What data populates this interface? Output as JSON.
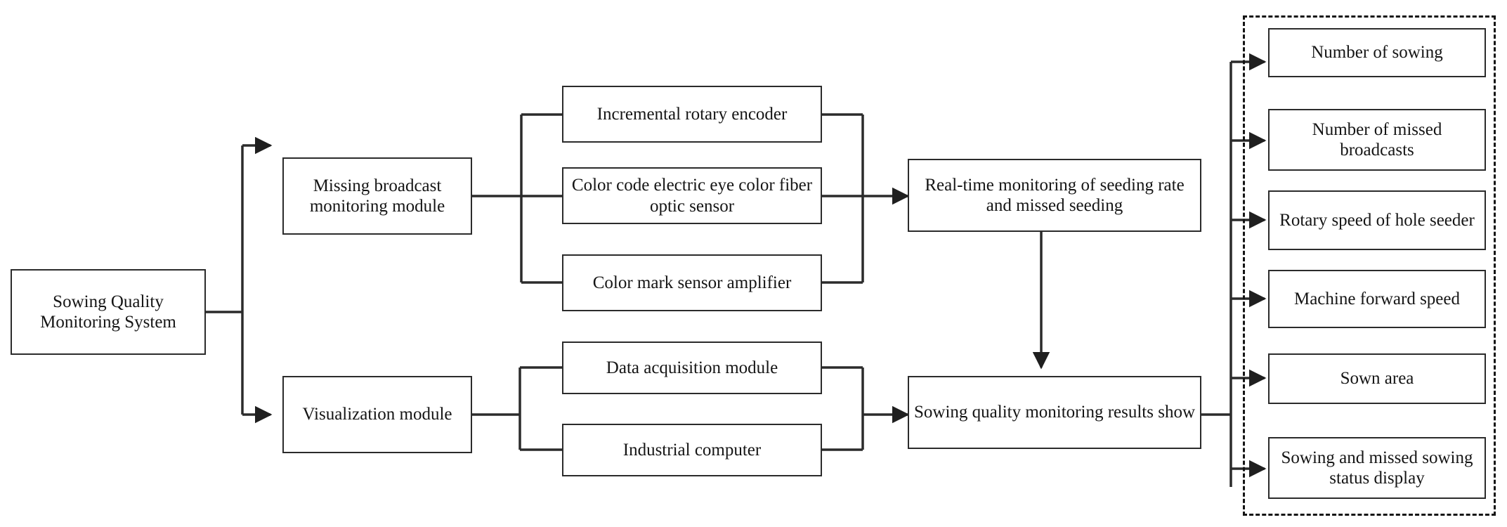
{
  "diagram": {
    "title": "Sowing Quality Monitoring System block diagram",
    "type": "block-flow-diagram",
    "line_color": "#2b2b2b",
    "box_fill": "#ffffff",
    "box_border": "#2b2b2b",
    "dashed_border": "#151515"
  },
  "nodes": {
    "root": {
      "label": "Sowing Quality Monitoring System"
    },
    "module_missing": {
      "label": "Missing broadcast monitoring module"
    },
    "module_visual": {
      "label": "Visualization module"
    },
    "sensor_encoder": {
      "label": "Incremental rotary encoder"
    },
    "sensor_fiber": {
      "label": "Color code electric eye color fiber optic sensor"
    },
    "sensor_amp": {
      "label": "Color mark sensor amplifier"
    },
    "data_acq": {
      "label": "Data acquisition module"
    },
    "ipc": {
      "label": "Industrial computer"
    },
    "realtime": {
      "label": "Real-time monitoring of seeding rate and missed seeding"
    },
    "results": {
      "label": "Sowing quality monitoring results show"
    }
  },
  "outputs": {
    "group_label": "",
    "items": [
      {
        "label": "Number of sowing"
      },
      {
        "label": "Number of missed broadcasts"
      },
      {
        "label": "Rotary speed of hole seeder"
      },
      {
        "label": "Machine forward speed"
      },
      {
        "label": "Sown area"
      },
      {
        "label": "Sowing and missed sowing status display"
      }
    ]
  }
}
